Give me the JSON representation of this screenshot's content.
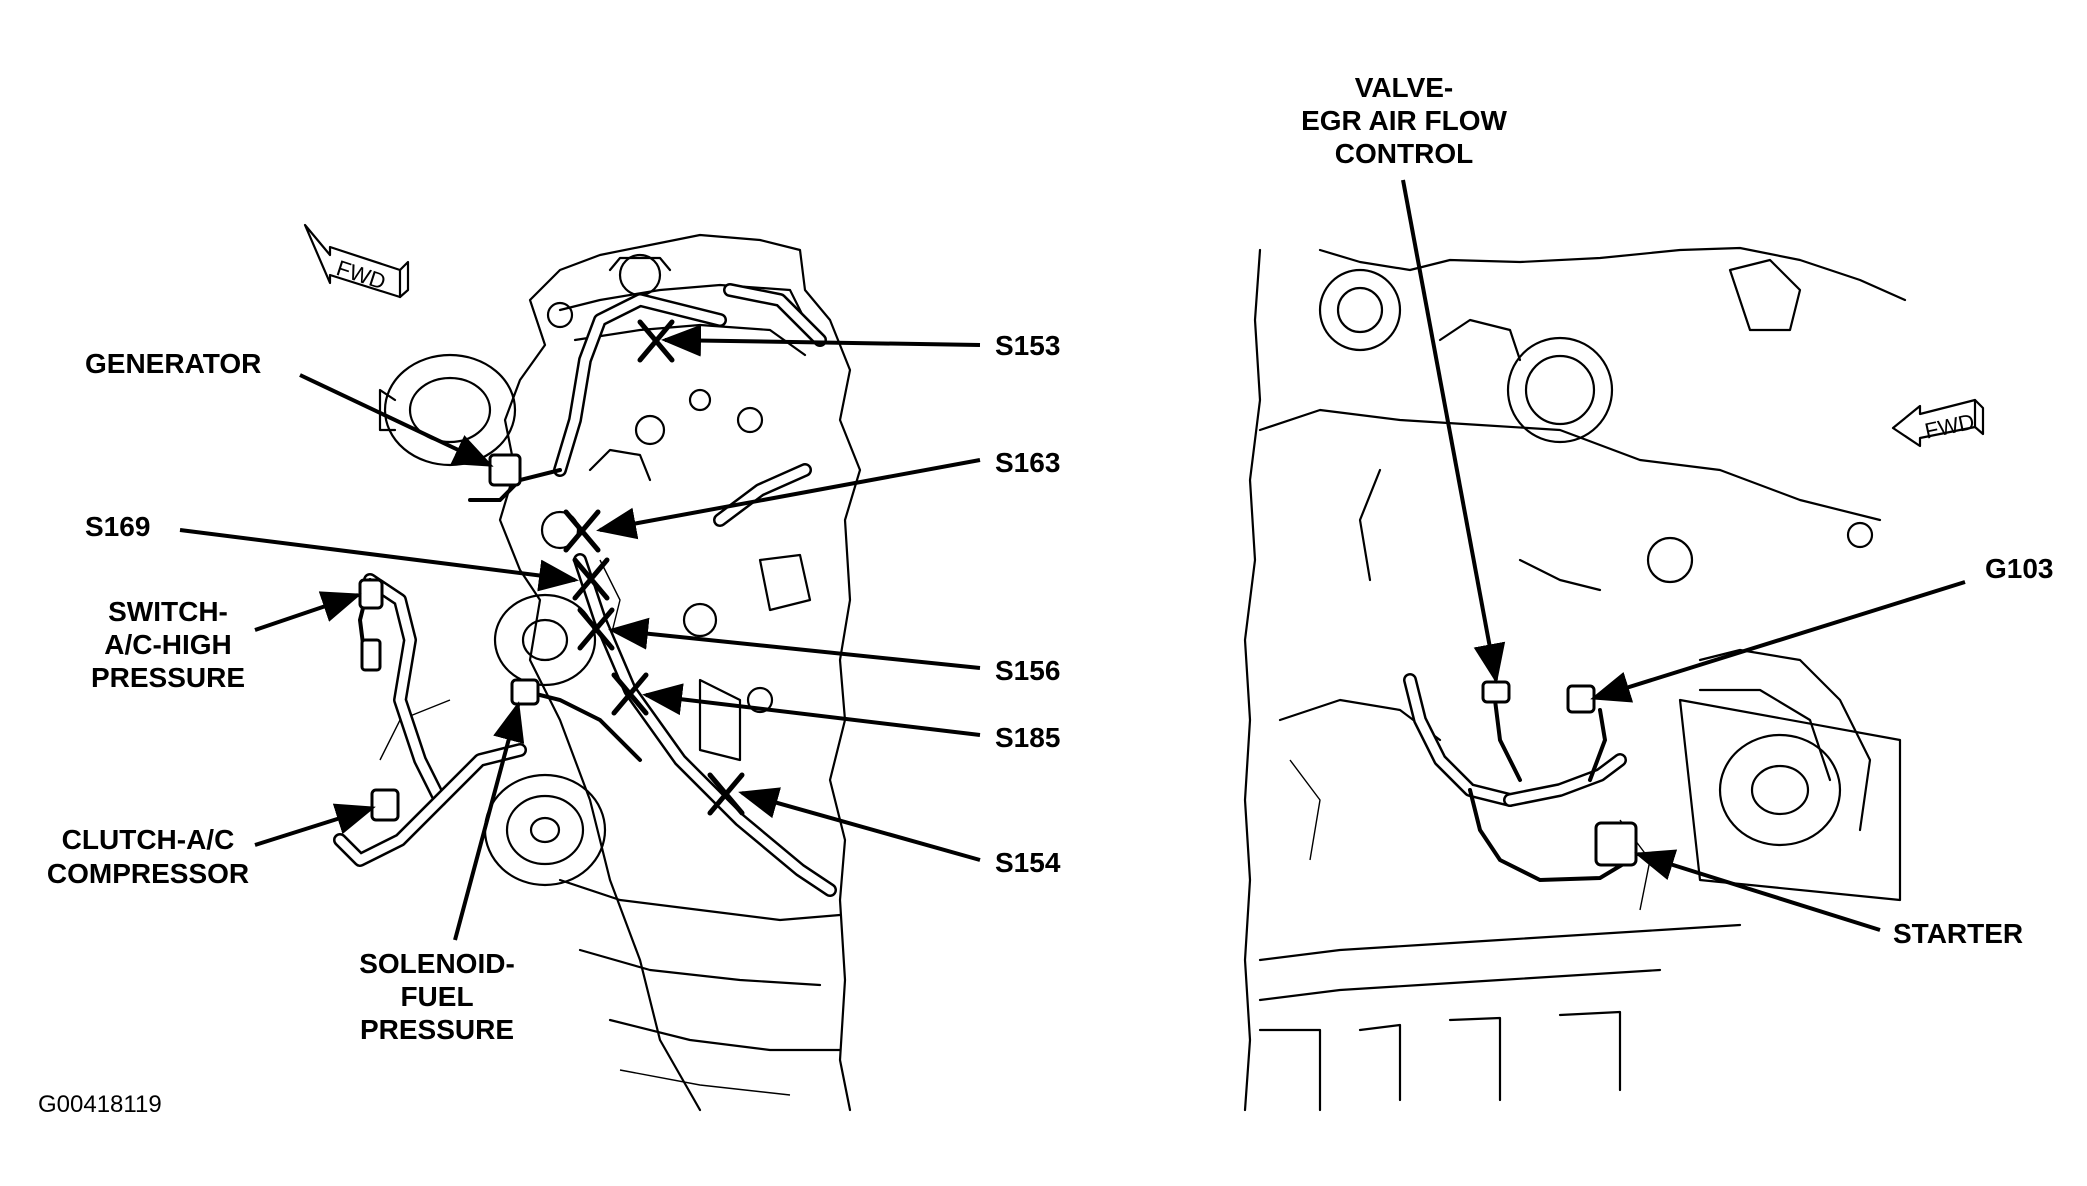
{
  "figure_id": "G00418119",
  "fwd_label": "FWD",
  "left_view": {
    "labels": {
      "generator": "GENERATOR",
      "s153": "S153",
      "s163": "S163",
      "s169": "S169",
      "switch_line1": "SWITCH-",
      "switch_line2": "A/C-HIGH",
      "switch_line3": "PRESSURE",
      "s156": "S156",
      "s185": "S185",
      "clutch_line1": "CLUTCH-A/C",
      "clutch_line2": "COMPRESSOR",
      "s154": "S154",
      "solenoid_line1": "SOLENOID-",
      "solenoid_line2": "FUEL",
      "solenoid_line3": "PRESSURE"
    }
  },
  "right_view": {
    "labels": {
      "valve_line1": "VALVE-",
      "valve_line2": "EGR AIR FLOW",
      "valve_line3": "CONTROL",
      "g103": "G103",
      "starter": "STARTER"
    }
  }
}
